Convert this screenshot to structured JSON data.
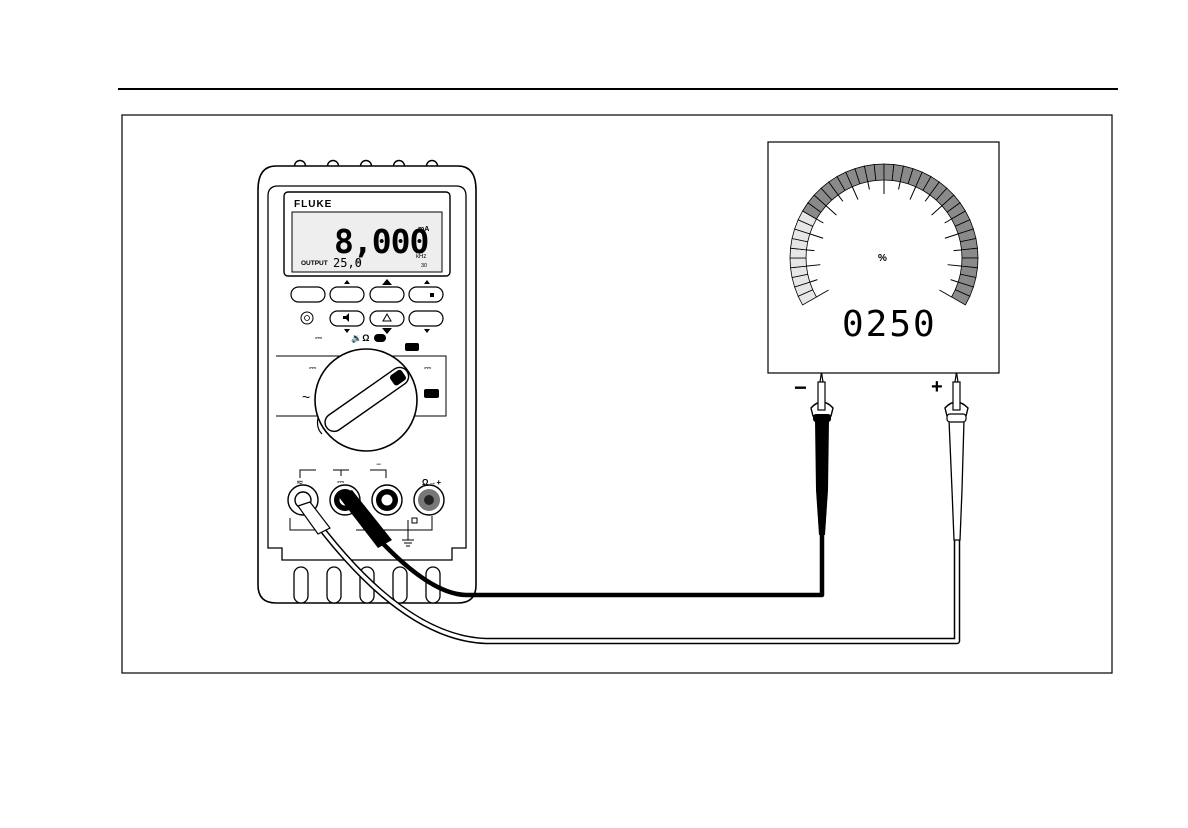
{
  "meter": {
    "brand": "FLUKE",
    "reading": "8,000",
    "reading_unit": "mA",
    "output_label": "OUTPUT",
    "output_value": "25,0",
    "output_unit": "%",
    "freq_unit": "kHz",
    "range_indicator": "30",
    "dial_symbols": {
      "dc_left": "⎓",
      "ac": "~",
      "ohm_group": "🔉Ω",
      "dc_right": "⎓"
    },
    "jack_symbols": [
      "≂",
      "⎓",
      "−",
      "Ω→+"
    ]
  },
  "indicator": {
    "unit": "%",
    "reading": "0250",
    "scale_level": 0.25,
    "segments_total": 40,
    "minus_label": "−",
    "plus_label": "+"
  },
  "colors": {
    "outline": "#000000",
    "lcd_bg": "#eeeeee",
    "segment_light": "#e6e6e6",
    "segment_dark": "#8a8a8a",
    "background": "#ffffff"
  }
}
